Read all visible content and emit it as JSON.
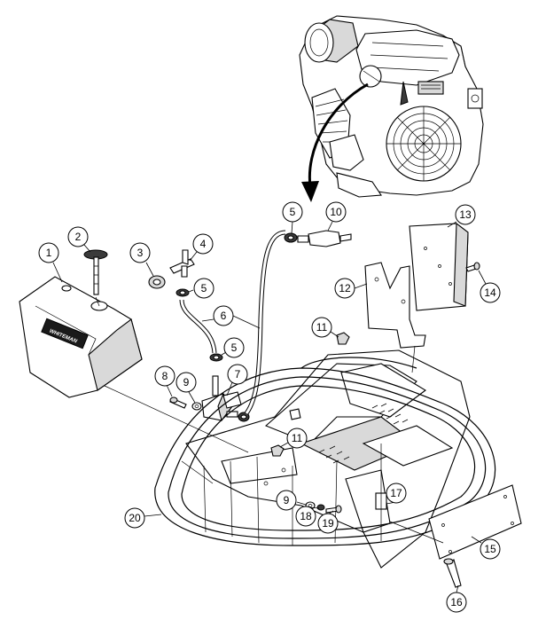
{
  "callouts": [
    {
      "n": "1"
    },
    {
      "n": "2"
    },
    {
      "n": "3"
    },
    {
      "n": "4"
    },
    {
      "n": "5"
    },
    {
      "n": "5"
    },
    {
      "n": "5"
    },
    {
      "n": "6"
    },
    {
      "n": "7"
    },
    {
      "n": "8"
    },
    {
      "n": "9"
    },
    {
      "n": "9"
    },
    {
      "n": "10"
    },
    {
      "n": "11"
    },
    {
      "n": "11"
    },
    {
      "n": "12"
    },
    {
      "n": "13"
    },
    {
      "n": "14"
    },
    {
      "n": "15"
    },
    {
      "n": "16"
    },
    {
      "n": "17"
    },
    {
      "n": "18"
    },
    {
      "n": "19"
    },
    {
      "n": "20"
    }
  ],
  "tank_label": "WHITEMAN",
  "colors": {
    "line": "#000000",
    "fill": "#ffffff",
    "shade": "#d9d9d9",
    "dark": "#3a3a3a"
  }
}
